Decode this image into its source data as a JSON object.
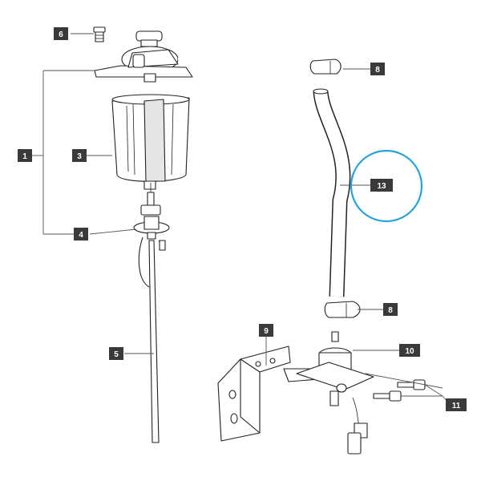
{
  "diagram": {
    "callouts": [
      {
        "id": "c1",
        "label": "1"
      },
      {
        "id": "c3",
        "label": "3"
      },
      {
        "id": "c4",
        "label": "4"
      },
      {
        "id": "c5",
        "label": "5"
      },
      {
        "id": "c6",
        "label": "6"
      },
      {
        "id": "c8a",
        "label": "8"
      },
      {
        "id": "c8b",
        "label": "8"
      },
      {
        "id": "c9",
        "label": "9"
      },
      {
        "id": "c10",
        "label": "10"
      },
      {
        "id": "c11",
        "label": "11"
      },
      {
        "id": "c13",
        "label": "13"
      }
    ],
    "highlight_color": "#29a3d6",
    "callout_color": "#3a3a3a"
  }
}
